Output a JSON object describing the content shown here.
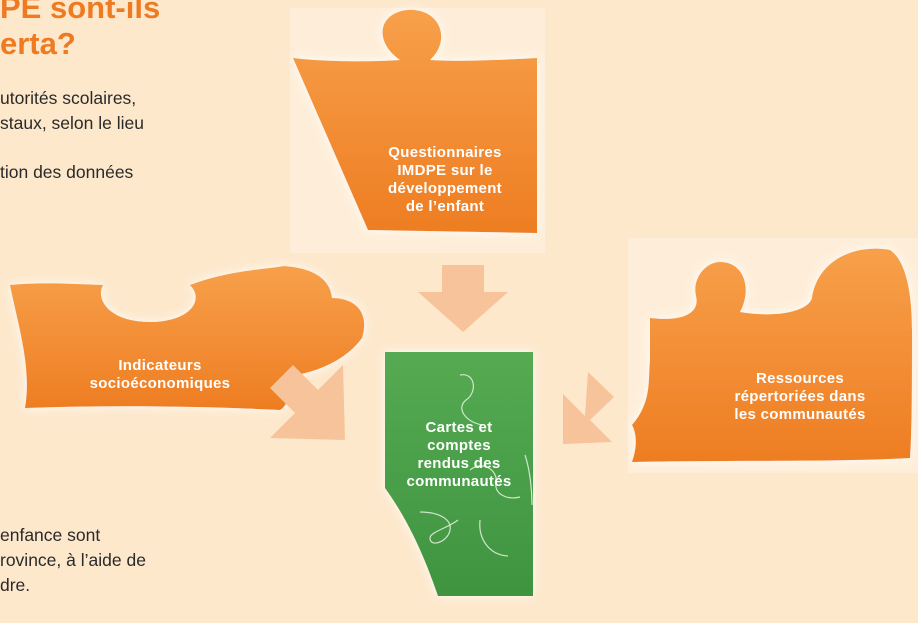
{
  "heading": {
    "line1": "PE sont-ils",
    "line2": "erta?"
  },
  "intro_text": {
    "line1": "utorités scolaires,",
    "line2": "staux, selon le lieu",
    "line3": "tion des données"
  },
  "bottom_text": {
    "line1": "enfance sont",
    "line2": "rovince, à l’aide de",
    "line3": "dre."
  },
  "pieces": {
    "questionnaires": {
      "line1": "Questionnaires",
      "line2": "IMDPE sur le",
      "line3": "développement",
      "line4": "de l’enfant"
    },
    "indicators": {
      "line1": "Indicateurs",
      "line2": "socioéconomiques"
    },
    "resources": {
      "line1": "Ressources",
      "line2": "répertoriées dans",
      "line3": "les communautés"
    },
    "maps": {
      "line1": "Cartes et",
      "line2": "comptes",
      "line3": "rendus des",
      "line4": "communautés"
    }
  },
  "colors": {
    "background": "#fde8cc",
    "orange_piece": "#f08a2a",
    "green_piece": "#4a9e48",
    "arrow": "#f7c39a",
    "heading": "#ee7a22"
  }
}
